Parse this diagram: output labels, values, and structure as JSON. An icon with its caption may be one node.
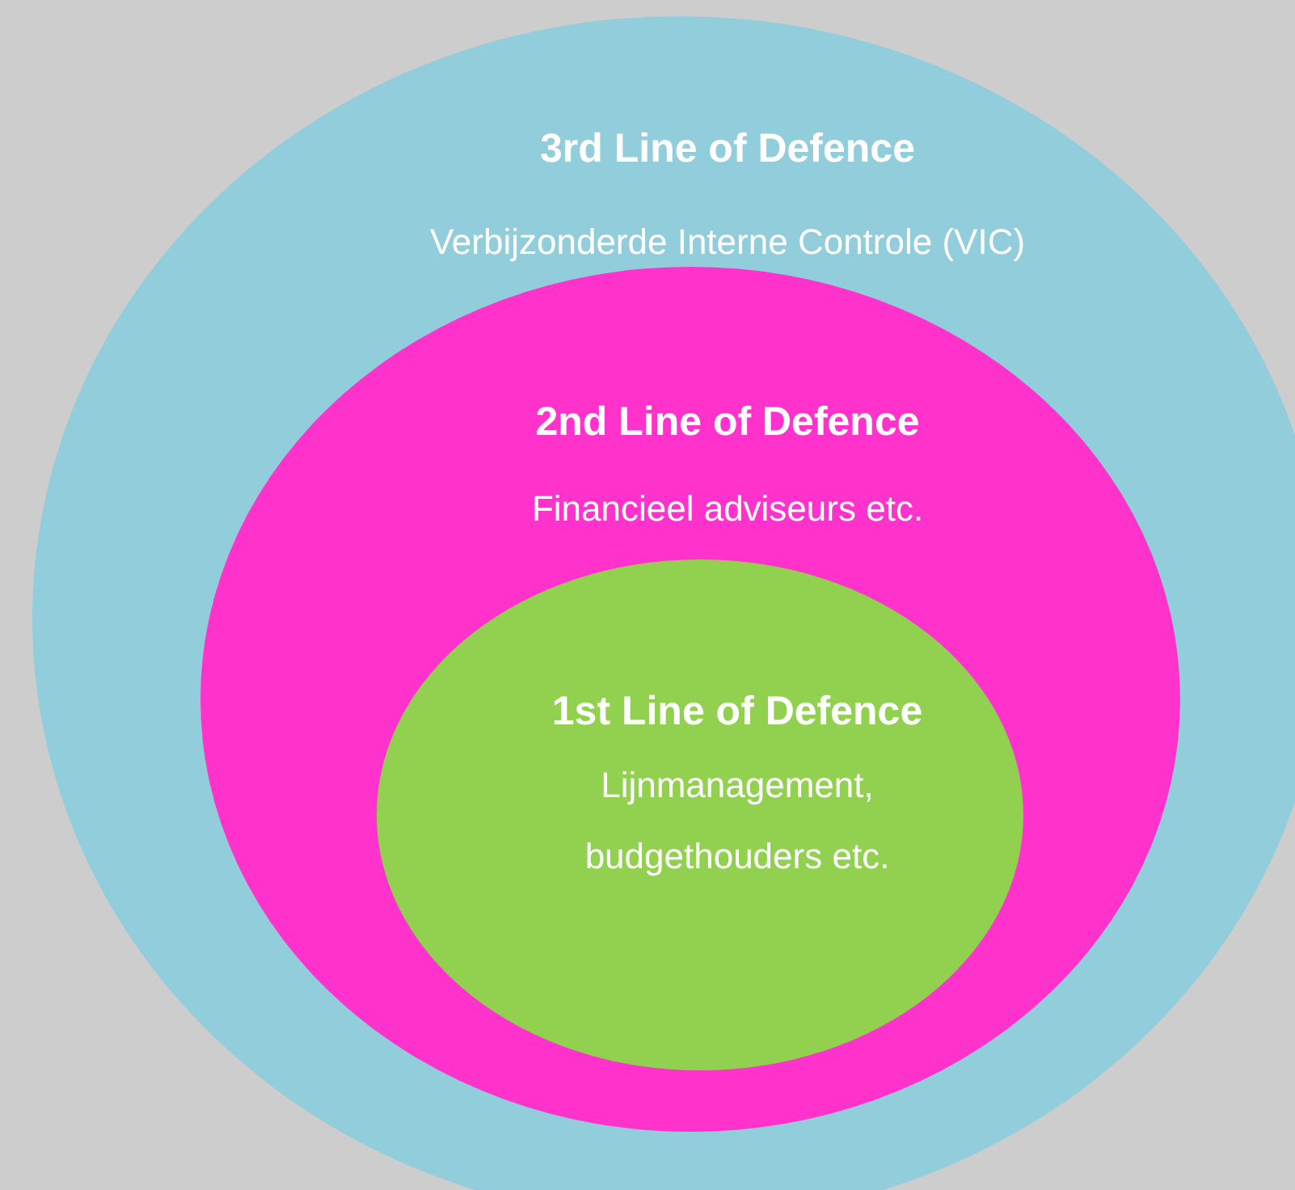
{
  "diagram": {
    "nodes": [
      {
        "text": [
          "3rd Line of Defence",
          "Verbijzonderde Interne Controle (VIC)"
        ]
      },
      {
        "text": [
          "2nd Line of Defence",
          "Financieel adviseurs etc."
        ],
        "in": 0
      },
      {
        "text": [
          "1st Line of Defence",
          "Lijnmanagement, budgethouders etc."
        ],
        "in": 1
      }
    ]
  }
}
